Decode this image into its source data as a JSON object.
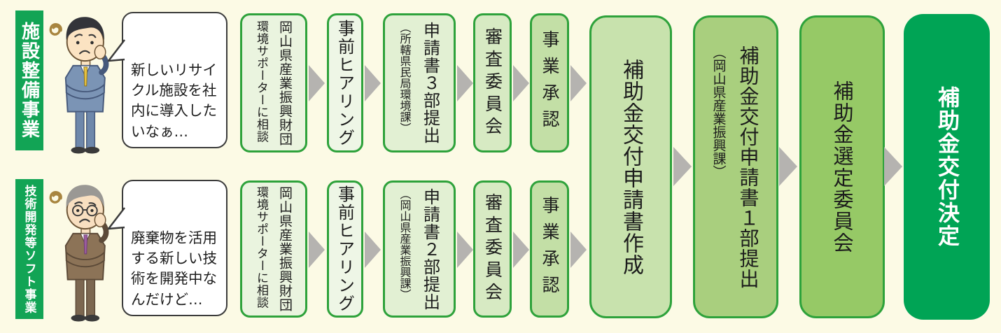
{
  "colors": {
    "bg": "#FCFAE5",
    "ink": "#1c1c1c",
    "labelGreen": "#12A455",
    "borderGreen": "#2EA23B",
    "arrowGray": "#B5B3B0",
    "bubbleBorder": "#3B3B3B",
    "fill1": "#EAF4DF",
    "fill2": "#EEF6E6",
    "fill3": "#E2F0D3",
    "fill4": "#D7EAC3",
    "fill5": "#C3DFA6",
    "fill6": "#C8E2AD",
    "fill7": "#A9CF7E",
    "fill8": "#96C966",
    "fill9": "#00A455"
  },
  "rows": [
    {
      "label": "施設整備事業",
      "bubble": "新しいリサイ\nクル施設を社\n内に導入した\nいなぁ…",
      "steps": [
        {
          "main": "岡山県産業振興財団",
          "sub": "環境サポーターに相談"
        },
        {
          "main": "事前ヒアリング"
        },
        {
          "main": "申請書３部提出",
          "paren": "（所轄県民局環境課）"
        },
        {
          "main": "審査委員会"
        },
        {
          "main": "事業承認"
        }
      ]
    },
    {
      "label": "技術開発等ソフト事業",
      "bubble": "廃棄物を活用\nする新しい技\n術を開発中な\nんだけど…",
      "steps": [
        {
          "main": "岡山県産業振興財団",
          "sub": "環境サポーターに相談"
        },
        {
          "main": "事前ヒアリング"
        },
        {
          "main": "申請書２部提出",
          "paren": "（岡山県産業振興課）"
        },
        {
          "main": "審査委員会"
        },
        {
          "main": "事業承認"
        }
      ]
    }
  ],
  "shared_steps": [
    {
      "main": "補助金交付申請書作成"
    },
    {
      "main": "補助金交付申請書１部提出",
      "paren": "（岡山県産業振興課）"
    },
    {
      "main": "補助金選定委員会"
    },
    {
      "main": "補助金交付決定"
    }
  ]
}
